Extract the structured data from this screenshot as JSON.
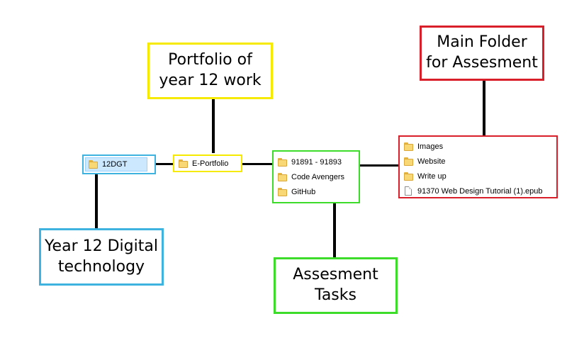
{
  "colors": {
    "blue": "#3fb3df",
    "yellow": "#f5ea00",
    "green": "#3ddc2b",
    "red": "#d9202a",
    "connector": "#000000"
  },
  "labels": {
    "portfolio": [
      "Portfolio of",
      "year 12 work"
    ],
    "main_folder": [
      "Main Folder",
      "for Assesment"
    ],
    "year12": [
      "Year 12 Digital",
      "technology"
    ],
    "assessment_tasks": [
      "Assesment",
      "Tasks"
    ]
  },
  "boxes": {
    "dgt": {
      "items": [
        {
          "icon": "folder-icon",
          "name": "12DGT"
        }
      ]
    },
    "eportfolio": {
      "items": [
        {
          "icon": "folder-icon",
          "name": "E-Portfolio"
        }
      ]
    },
    "tasks": {
      "items": [
        {
          "icon": "folder-icon",
          "name": "91891 - 91893"
        },
        {
          "icon": "folder-icon",
          "name": "Code Avengers"
        },
        {
          "icon": "folder-icon",
          "name": "GitHub"
        }
      ]
    },
    "main": {
      "items": [
        {
          "icon": "folder-icon",
          "name": "Images"
        },
        {
          "icon": "folder-icon",
          "name": "Website"
        },
        {
          "icon": "folder-icon",
          "name": "Write up"
        },
        {
          "icon": "file-icon",
          "name": "91370 Web Design Tutorial (1).epub"
        }
      ]
    }
  }
}
